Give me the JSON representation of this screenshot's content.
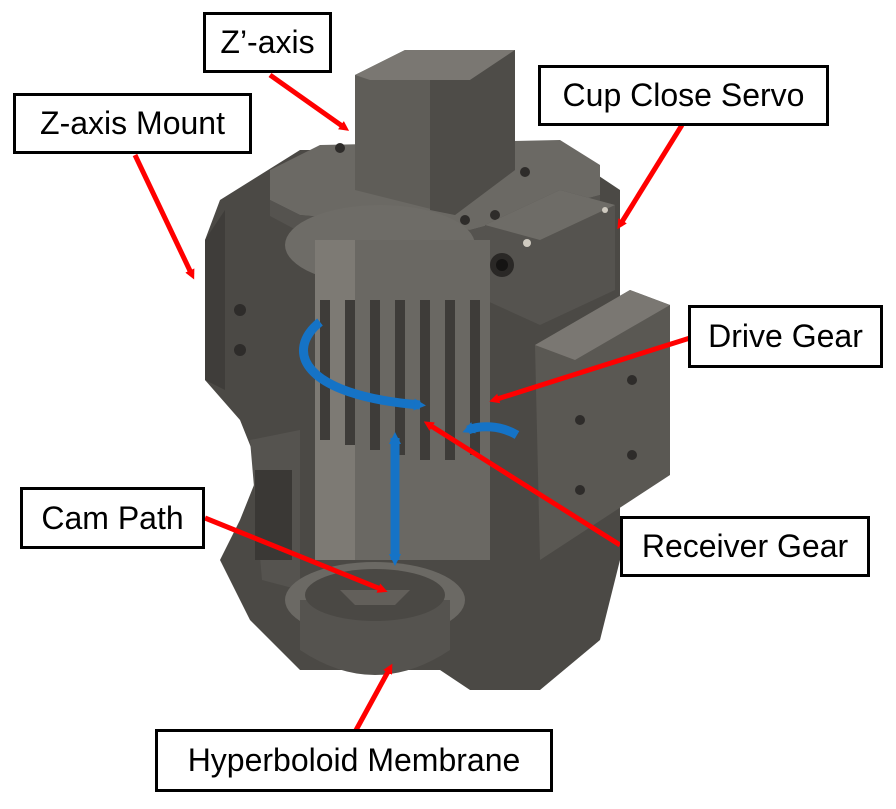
{
  "labels": {
    "z_prime_axis": "Z’-axis",
    "z_axis_mount": "Z-axis Mount",
    "cup_close_servo": "Cup Close Servo",
    "drive_gear": "Drive Gear",
    "receiver_gear": "Receiver Gear",
    "cam_path": "Cam Path",
    "hyperboloid_membrane": "Hyperboloid Membrane"
  },
  "colors": {
    "background": "#ffffff",
    "leader_arrow": "#ff0000",
    "motion_arrow": "#1573c6",
    "body_dark": "#4b4945",
    "body_mid": "#5f5d58",
    "body_light": "#7a7772",
    "label_border": "#000000"
  },
  "icons": {
    "rotation": "curved-rotation-arrow",
    "translation": "double-headed-vertical-arrow"
  }
}
